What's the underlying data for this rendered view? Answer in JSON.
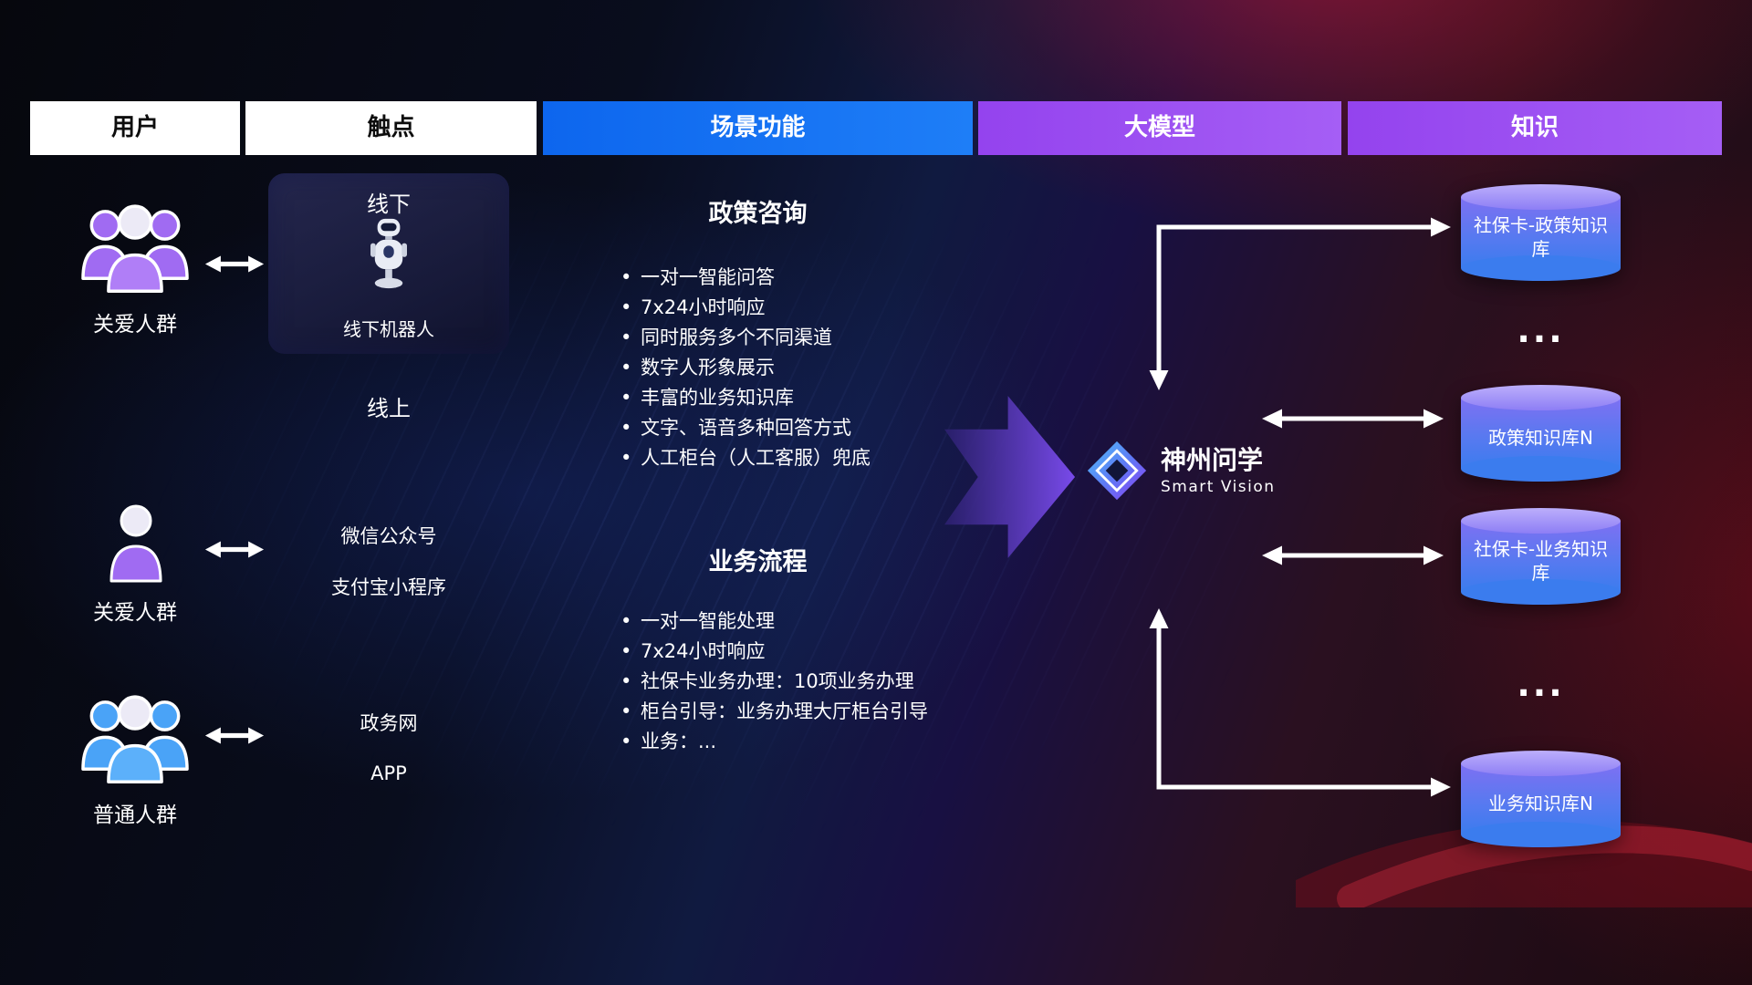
{
  "headers": [
    {
      "label": "用户",
      "variant": "white"
    },
    {
      "label": "触点",
      "variant": "white"
    },
    {
      "label": "场景功能",
      "variant": "blue"
    },
    {
      "label": "大模型",
      "variant": "purple"
    },
    {
      "label": "知识",
      "variant": "purple"
    }
  ],
  "users": [
    {
      "label": "关爱人群",
      "icon": "user-group-icon",
      "color": "#a06bf2"
    },
    {
      "label": "关爱人群",
      "icon": "user-single-icon",
      "color": "#a06bf2"
    },
    {
      "label": "普通人群",
      "icon": "user-group-icon",
      "color": "#4aa3f7"
    }
  ],
  "touchpoints": {
    "offline_title": "线下",
    "offline_device": "线下机器人",
    "online_title": "线上",
    "online_channels": [
      "微信公众号",
      "支付宝小程序"
    ],
    "gov_channels": [
      "政务网",
      "APP"
    ]
  },
  "scenarios": [
    {
      "title": "政策咨询",
      "items": [
        "一对一智能问答",
        "7x24小时响应",
        "同时服务多个不同渠道",
        "数字人形象展示",
        "丰富的业务知识库",
        "文字、语音多种回答方式",
        "人工柜台（人工客服）兜底"
      ]
    },
    {
      "title": "业务流程",
      "items": [
        "一对一智能处理",
        "7x24小时响应",
        "社保卡业务办理：10项业务办理",
        "柜台引导：业务办理大厅柜台引导",
        "业务：..."
      ]
    }
  ],
  "model": {
    "name": "神州问学",
    "subtitle": "Smart Vision"
  },
  "knowledge": {
    "items": [
      {
        "type": "database",
        "label": "社保卡-政策知识库"
      },
      {
        "type": "ellipsis",
        "label": "..."
      },
      {
        "type": "database",
        "label": "政策知识库N"
      },
      {
        "type": "database",
        "label": "社保卡-业务知识库"
      },
      {
        "type": "ellipsis",
        "label": "..."
      },
      {
        "type": "database",
        "label": "业务知识库N"
      }
    ]
  },
  "colors": {
    "header_blue": "#146ef5",
    "header_purple": "#9b4cf0",
    "user_purple": "#a06bf2",
    "user_blue": "#4aa3f7",
    "cylinder_top": "#b0a3f9",
    "cylinder_bottom": "#3b7cee",
    "flow_arrow_purple": "#7d4df2",
    "connector_white": "#ffffff"
  }
}
